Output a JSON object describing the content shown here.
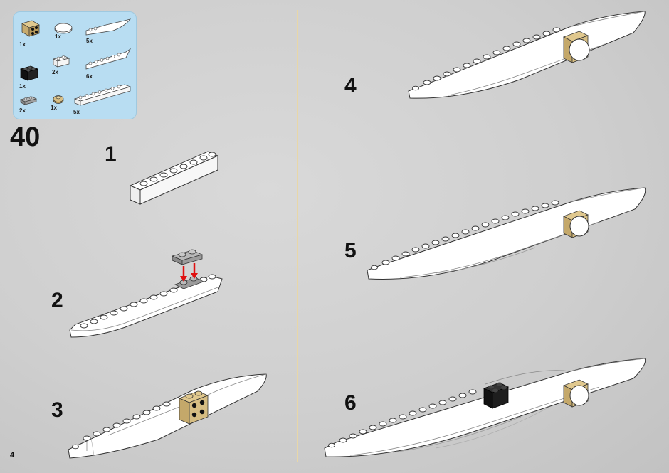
{
  "page_number": "4",
  "build_step": "40",
  "parts_list": [
    {
      "icon": "tan-bracket-plate",
      "qty": "1x"
    },
    {
      "icon": "white-round-tile",
      "qty": "1x"
    },
    {
      "icon": "white-curved-slope",
      "qty": "5x"
    },
    {
      "icon": "white-brick-1x2",
      "qty": "2x"
    },
    {
      "icon": "white-slope-long",
      "qty": "6x"
    },
    {
      "icon": "black-brick-2x2",
      "qty": "1x"
    },
    {
      "icon": "grey-plate-1x2",
      "qty": "2x"
    },
    {
      "icon": "tan-round-plate",
      "qty": "1x"
    },
    {
      "icon": "white-plate-long",
      "qty": "5x"
    }
  ],
  "substeps": [
    "1",
    "2",
    "3",
    "4",
    "5",
    "6"
  ],
  "colors": {
    "parts_box": "#b8ddf2",
    "divider": "#e8d7a8",
    "arrow": "#e01010",
    "white_part": "#ffffff",
    "tan_part": "#cdb27a",
    "black_part": "#1a1a1a",
    "grey_part": "#9a9a9a"
  }
}
